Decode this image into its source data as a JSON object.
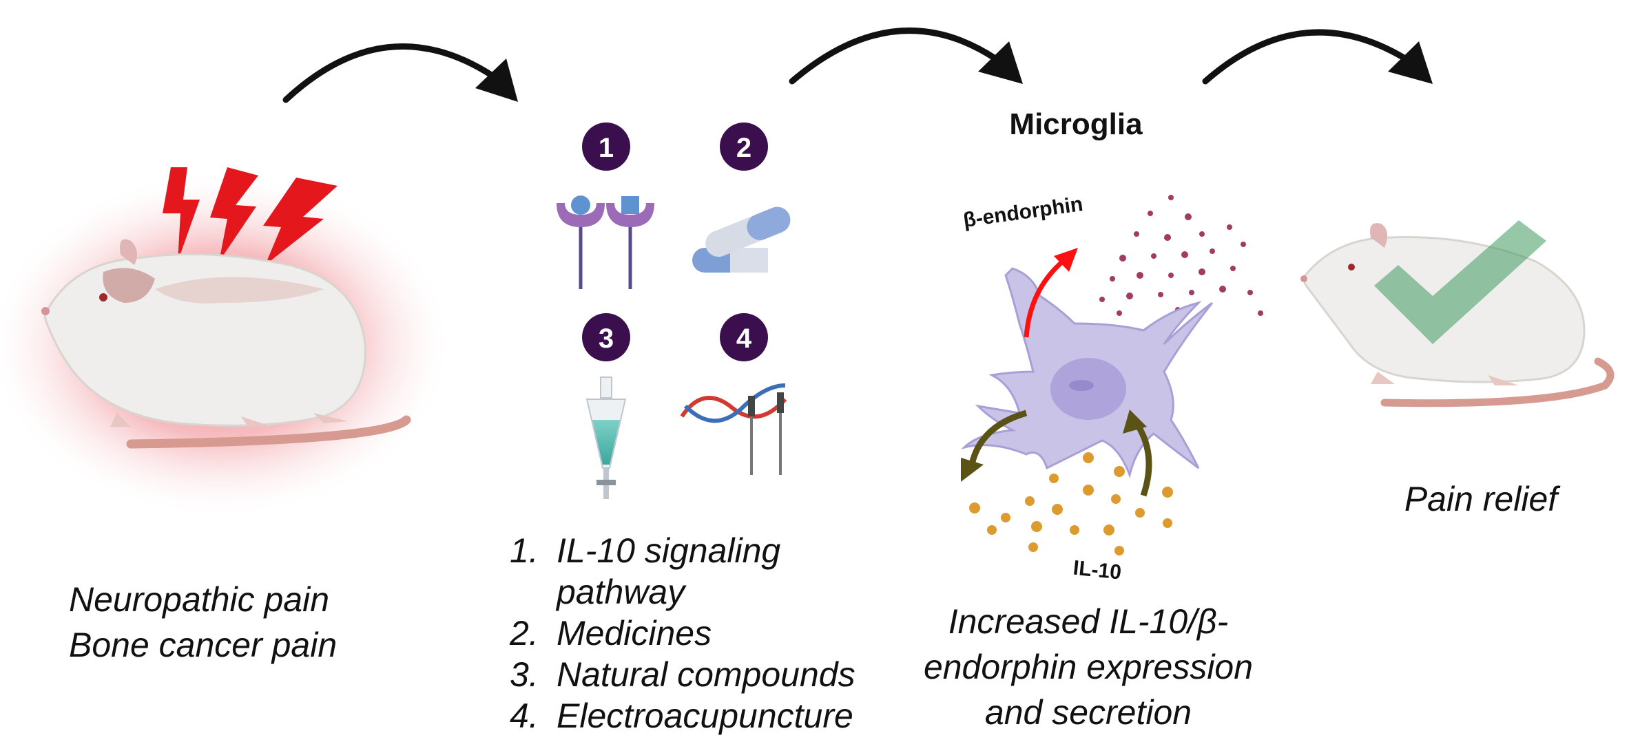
{
  "labels": {
    "left_caption_line1": "Neuropathic pain",
    "left_caption_line2": "Bone cancer pain",
    "microglia_title": "Microglia",
    "beta_endorphin": "β-endorphin",
    "il10": "IL-10",
    "middle_caption_line1": "Increased IL-10/β-",
    "middle_caption_line2": "endorphin expression",
    "middle_caption_line3": "and secretion",
    "right_caption": "Pain relief"
  },
  "badges": [
    "1",
    "2",
    "3",
    "4"
  ],
  "treatments": [
    {
      "num": "1.",
      "text": "IL-10 signaling pathway"
    },
    {
      "num": "2.",
      "text": "Medicines"
    },
    {
      "num": "3.",
      "text": "Natural compounds"
    },
    {
      "num": "4.",
      "text": "Electroacupuncture"
    }
  ],
  "colors": {
    "badge": "#3b0f4e",
    "pain_glow": "#e03a45",
    "lightning": "#e3171c",
    "microglia_cell": "#c9c3e8",
    "beta_arrow": "#ff1010",
    "il10_arrow": "#5b5316",
    "beta_dots": "#a23a62",
    "il10_dots": "#dd9a2e",
    "check": "#3f9a60",
    "flow_arrow": "#111111"
  },
  "icons": [
    "rat-icon",
    "lightning-icon",
    "receptor-icon",
    "pill-icon",
    "separatory-funnel-icon",
    "electroacupuncture-icon",
    "microglia-cell-icon",
    "checkmark-icon",
    "flow-arrow-icon"
  ]
}
